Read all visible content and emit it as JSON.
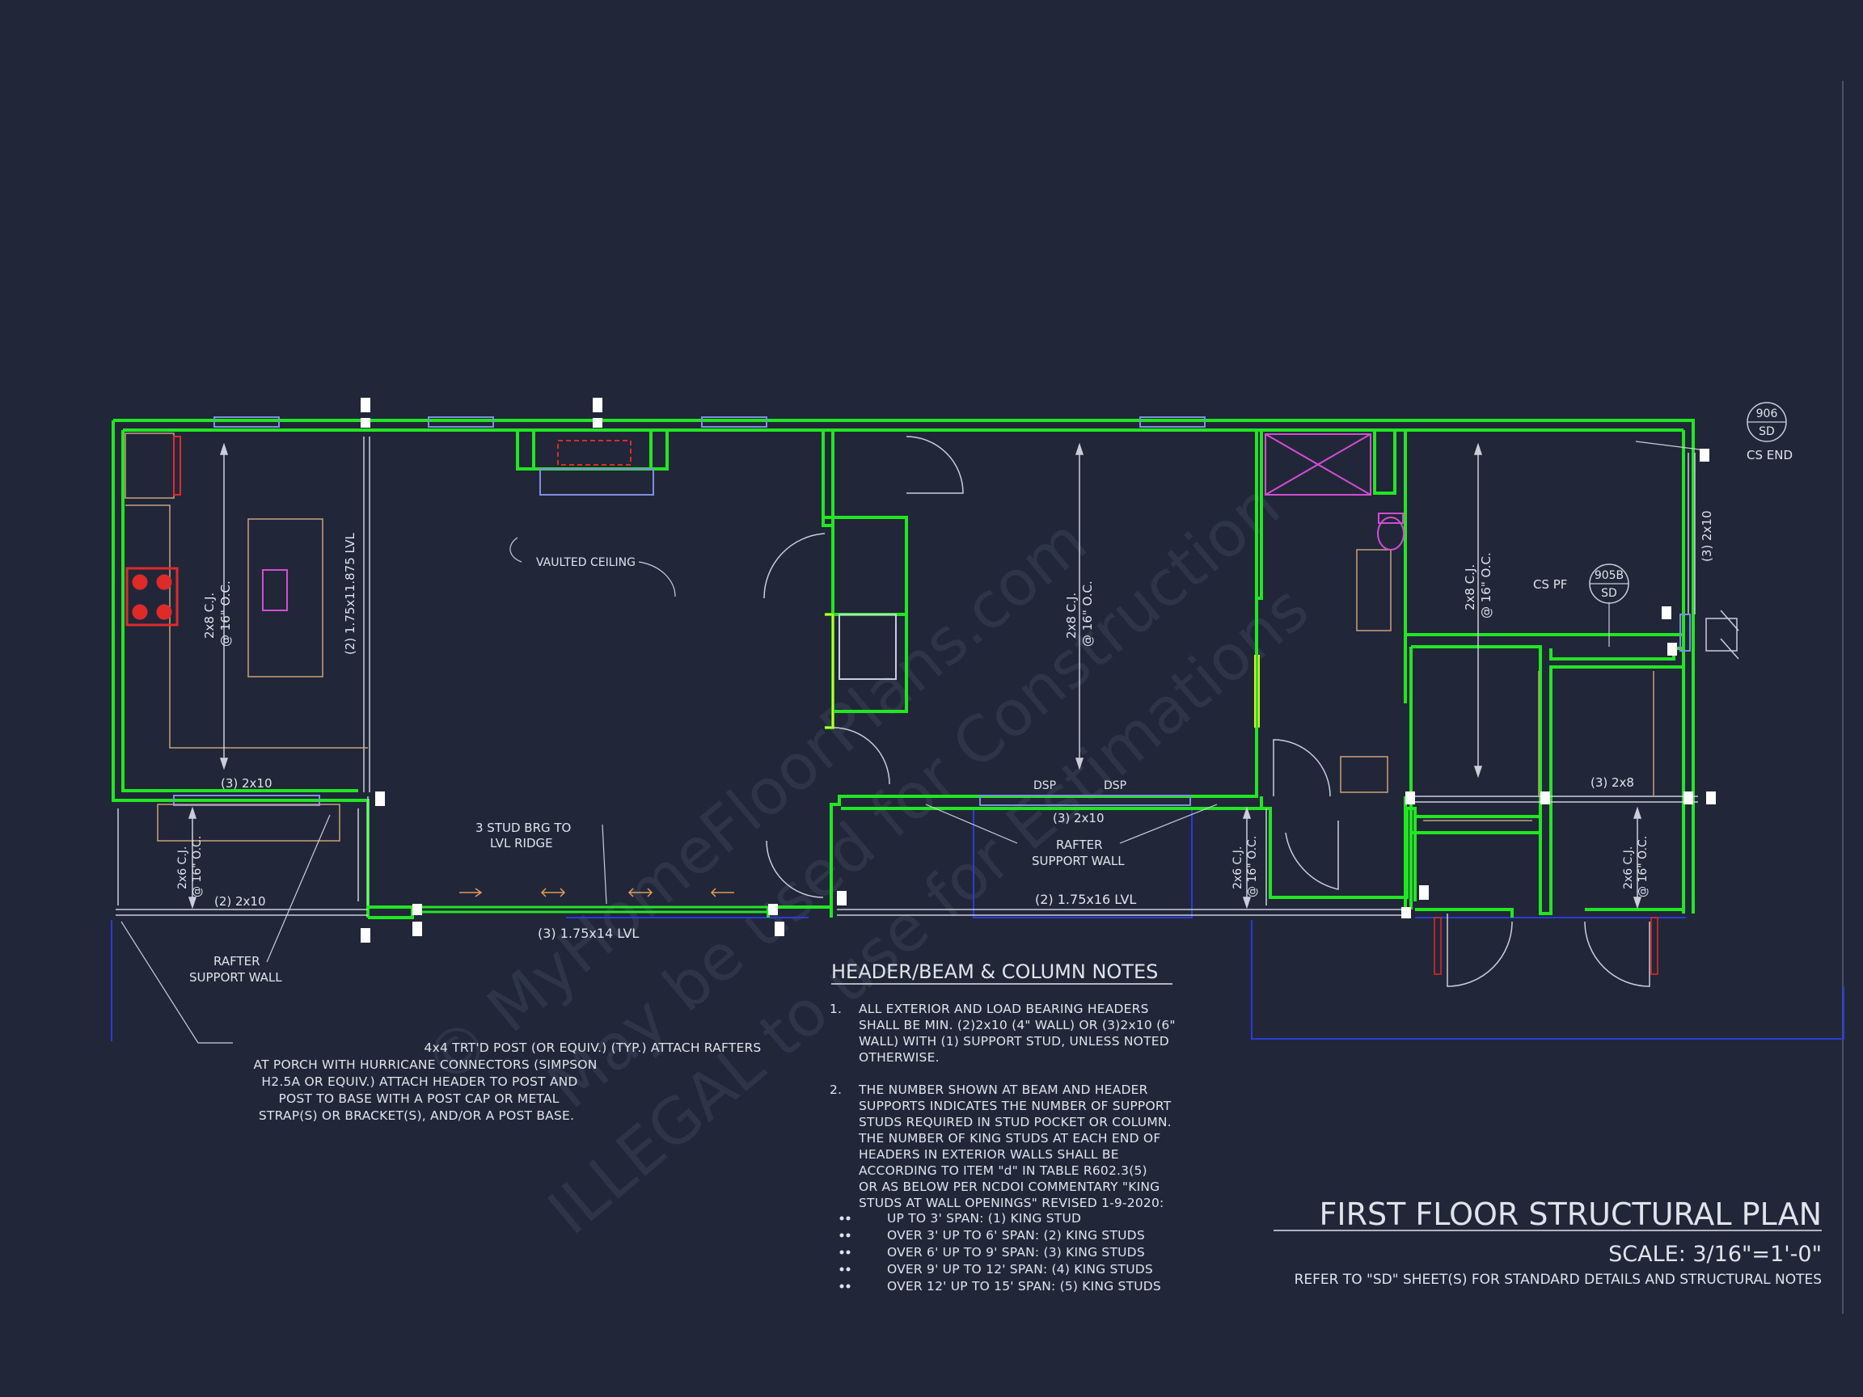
{
  "watermark": {
    "line1": "© MyHomeFloorPlans.com",
    "line2": "May be used for Construction",
    "line3": "ILLEGAL to use for Estimations"
  },
  "plan": {
    "title": "FIRST FLOOR STRUCTURAL PLAN",
    "scale": "SCALE: 3/16\"=1'-0\"",
    "refer": "REFER TO \"SD\" SHEET(S) FOR STANDARD DETAILS AND STRUCTURAL NOTES"
  },
  "labels": {
    "vaulted": "VAULTED CEILING",
    "cj_left": "2x8 C.J.",
    "cj_left_oc": "@ 16\" O.C.",
    "lvl_left": "(2) 1.75x11.875 LVL",
    "cj_mid": "2x8 C.J.",
    "cj_mid_oc": "@ 16\" O.C.",
    "cj_right": "2x8 C.J.",
    "cj_right_oc": "@ 16\" O.C.",
    "hdr_kitchen": "(3) 2x10",
    "hdr_porch": "(2) 2x10",
    "porch_cj": "2x6 C.J.",
    "porch_cj_oc": "@ 16\" O.C.",
    "stud_brg_1": "3 STUD BRG TO",
    "stud_brg_2": "LVL RIDGE",
    "lvl_entry": "(3) 1.75x14 LVL",
    "dsp1": "DSP",
    "dsp2": "DSP",
    "hdr_mid": "(3) 2x10",
    "rafter_mid_1": "RAFTER",
    "rafter_mid_2": "SUPPORT WALL",
    "lvl_mid": "(2) 1.75x16 LVL",
    "cj_26_mid": "2x6 C.J.",
    "cj_26_mid_oc": "@ 16\" O.C.",
    "hdr_right": "(3) 2x8",
    "cj_26_right": "2x6 C.J.",
    "cj_26_right_oc": "@ 16\" O.C.",
    "rafter_left_1": "RAFTER",
    "rafter_left_2": "SUPPORT WALL",
    "right_2x10": "(3) 2x10",
    "cs_end": "CS END",
    "cs_pf": "CS PF",
    "bubble1_top": "906",
    "bubble1_bot": "SD",
    "bubble2_top": "905B",
    "bubble2_bot": "SD"
  },
  "post_note": [
    "4x4 TRT'D POST (OR EQUIV.) (TYP.) ATTACH RAFTERS",
    "AT PORCH WITH HURRICANE CONNECTORS (SIMPSON",
    "H2.5A OR EQUIV.) ATTACH HEADER TO POST AND",
    "POST TO BASE WITH A POST CAP OR METAL",
    "STRAP(S) OR BRACKET(S), AND/OR A POST BASE."
  ],
  "notes": {
    "heading": "HEADER/BEAM & COLUMN NOTES",
    "n1_num": "1.",
    "n1": [
      "ALL EXTERIOR AND LOAD BEARING HEADERS",
      "SHALL BE MIN. (2)2x10 (4\" WALL) OR (3)2x10 (6\"",
      "WALL) WITH (1) SUPPORT STUD, UNLESS NOTED",
      "OTHERWISE."
    ],
    "n2_num": "2.",
    "n2": [
      "THE NUMBER SHOWN AT BEAM AND HEADER",
      "SUPPORTS INDICATES THE NUMBER OF SUPPORT",
      "STUDS REQUIRED IN STUD POCKET OR COLUMN.",
      "THE NUMBER OF KING STUDS AT EACH END OF",
      "HEADERS IN EXTERIOR WALLS SHALL BE",
      "ACCORDING TO ITEM \"d\" IN TABLE R602.3(5)",
      "OR AS BELOW PER NCDOI COMMENTARY \"KING",
      "STUDS AT WALL OPENINGS\" REVISED 1-9-2020:"
    ],
    "bullets": [
      "UP TO 3' SPAN: (1) KING STUD",
      "OVER 3' UP TO 6' SPAN: (2) KING STUDS",
      "OVER 6' UP TO 9' SPAN: (3) KING STUDS",
      "OVER 9' UP TO 12' SPAN: (4) KING STUDS",
      "OVER 12' UP TO 15' SPAN: (5) KING STUDS"
    ]
  },
  "colors": {
    "background": "#212739",
    "wall": "#22e622",
    "text": "#dfe3ea",
    "window": "#7f8fe0",
    "fixture": "#c8a27a",
    "bath": "#d24dd2",
    "range": "#e02a2a",
    "dim": "#c9ced8",
    "yellow": "#e6e62a",
    "blue": "#2a3bd6"
  }
}
